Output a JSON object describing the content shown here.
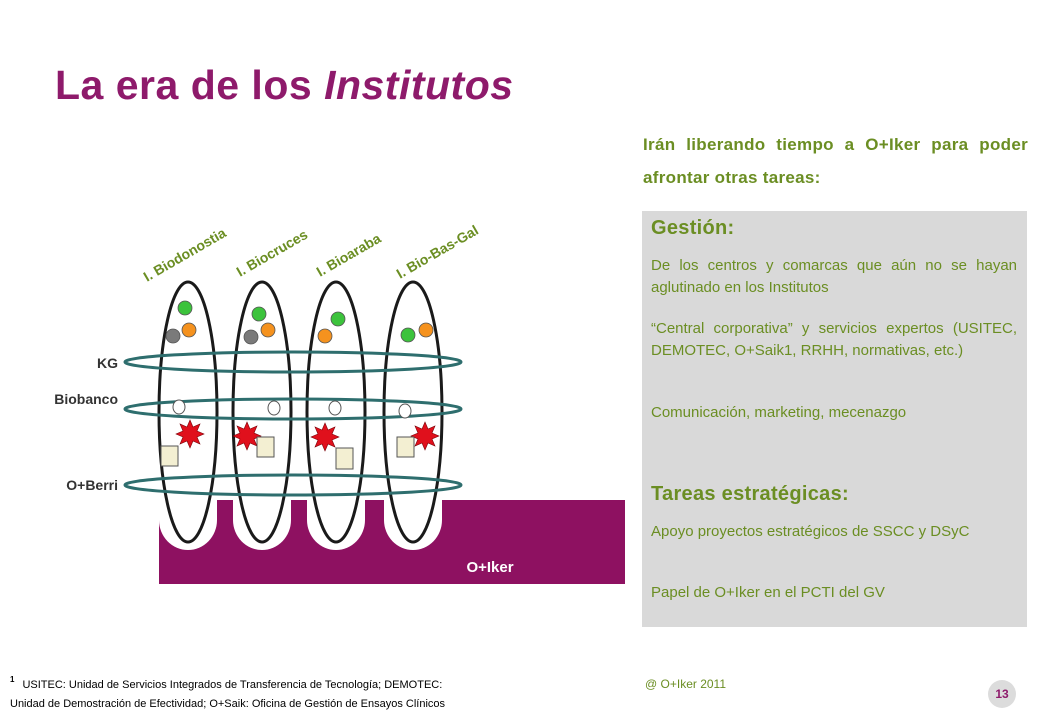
{
  "title": {
    "main": "La era de los ",
    "italic": "Institutos"
  },
  "intro": "Irán liberando tiempo a O+Iker para poder afrontar otras tareas:",
  "panel": {
    "gestion": {
      "heading": "Gestión:",
      "items": [
        "De los centros y comarcas que aún no se hayan aglutinado en los Institutos",
        "“Central corporativa” y servicios expertos (USITEC, DEMOTEC, O+Saik1, RRHH, normativas, etc.)",
        "Comunicación, marketing, mecenazgo"
      ]
    },
    "tareas": {
      "heading": "Tareas estratégicas:",
      "items": [
        "Apoyo proyectos estratégicos de SSCC y DSyC",
        "Papel de O+Iker en el PCTI del GV"
      ]
    }
  },
  "diagram": {
    "institutes": [
      "I. Biodonostia",
      "I. Biocruces",
      "I. Bioaraba",
      "I. Bio-Bas-Gal"
    ],
    "rings": [
      "KG",
      "Biobanco",
      "O+Berri"
    ],
    "base_label": "O+Iker",
    "colors": {
      "base": "#8e1161",
      "ring": "#2e6e6e",
      "green": "#3cc33c",
      "orange": "#f5921e",
      "gray": "#7a7a7a",
      "star": "#e0101c",
      "square": "#f3efd2"
    }
  },
  "footnote": {
    "marker": "1",
    "line1": "USITEC: Unidad de Servicios Integrados de Transferencia de Tecnología; DEMOTEC:",
    "line2": "Unidad de Demostración de Efectividad; O+Saik: Oficina de Gestión de Ensayos Clínicos"
  },
  "copyright": "@ O+Iker 2011",
  "page_number": "13"
}
